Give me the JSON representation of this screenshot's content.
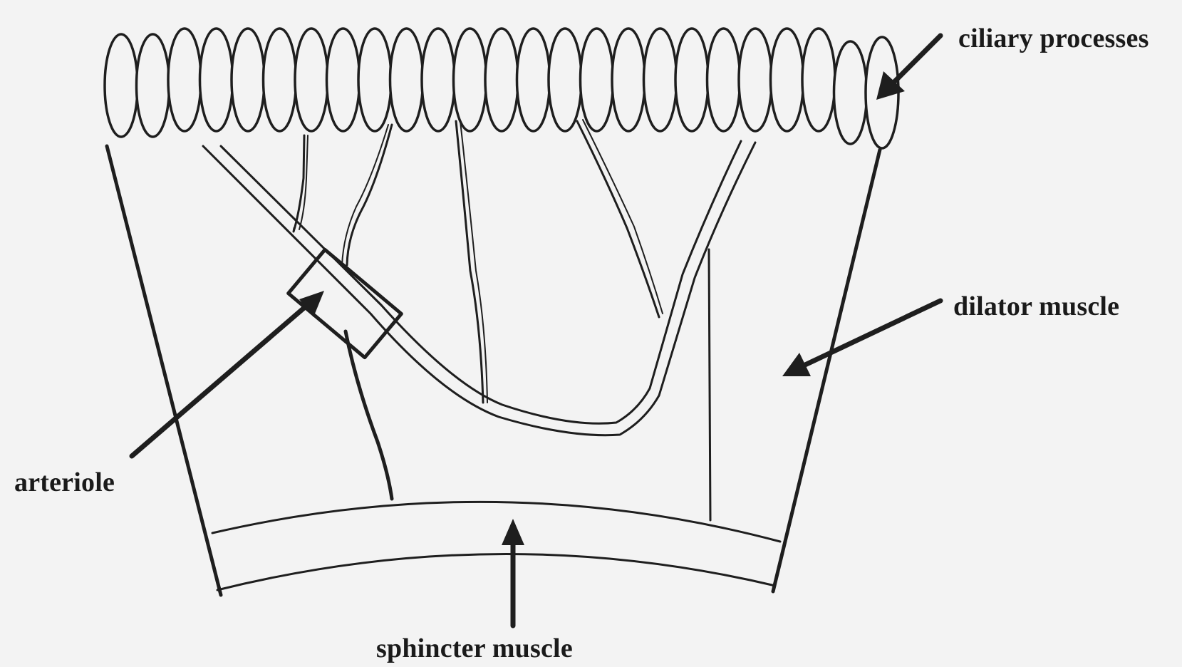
{
  "labels": {
    "ciliary_processes": "ciliary processes",
    "dilator_muscle": "dilator muscle",
    "arteriole": "arteriole",
    "sphincter_muscle": "sphincter muscle"
  },
  "colors": {
    "ink": "#1e1e1e",
    "background": "#f3f3f3"
  },
  "ciliary_process_count": 25
}
